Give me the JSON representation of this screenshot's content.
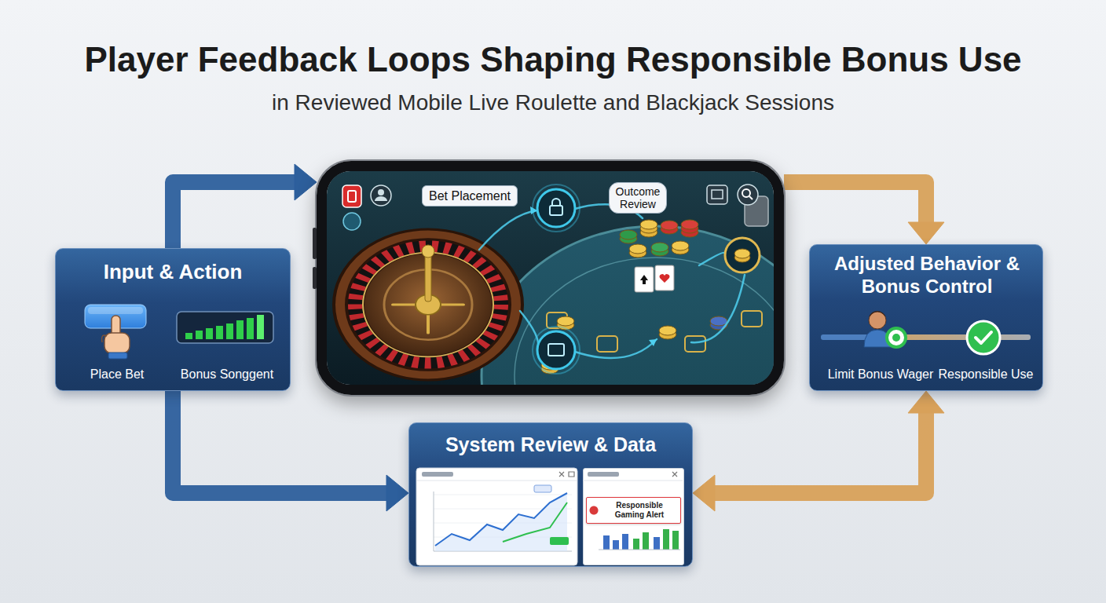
{
  "diagram": {
    "title": "Player Feedback Loops Shaping Responsible Bonus Use",
    "nodes": [
      {
        "text": [
          "Input & Action",
          "Place Bet",
          "Bonus Songgent"
        ]
      },
      {
        "text": [
          "Bet Placement",
          "Outcome Review"
        ]
      },
      {
        "text": [
          "Adjusted Behavior & Bonus Control",
          "Limit Bonus Wager",
          "Responsible Use"
        ]
      },
      {
        "text": [
          "System Review & Data"
        ]
      },
      {
        "text": [
          "Responsible Gaming Alert"
        ],
        "in": 3
      }
    ],
    "edges": [
      {
        "from": 0,
        "to": 1,
        "arrow": "to"
      },
      {
        "from": 1,
        "to": 2,
        "arrow": "to"
      },
      {
        "from": 0,
        "to": 3,
        "arrow": "to"
      },
      {
        "from": 3,
        "to": 2,
        "arrow": "both"
      }
    ],
    "labels": [
      "in Reviewed Mobile Live Roulette and Blackjack Sessions"
    ]
  }
}
